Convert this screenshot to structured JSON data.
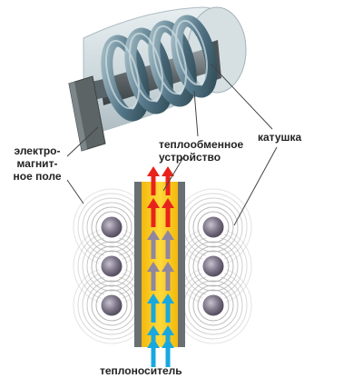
{
  "labels": {
    "field": "электро-\nмагнит-\nное поле",
    "exchanger": "теплообменное\nустройство",
    "coil": "катушка",
    "coolant": "теплоноситель"
  },
  "colors": {
    "casing": "#b5c6cc",
    "coil": "#4d6e7a",
    "exchanger_fill": "#f5c518",
    "exchanger_edge": "#6a6f72",
    "field_ring": "#b0b0b0",
    "conductor": "#7b7386",
    "arrow_hot": "#e8231c",
    "arrow_mid": "#8f86a0",
    "arrow_cold": "#18a8e0"
  },
  "arrow_rows": [
    {
      "level": "hot"
    },
    {
      "level": "hot"
    },
    {
      "level": "mid"
    },
    {
      "level": "mid"
    },
    {
      "level": "cold"
    },
    {
      "level": "cold"
    }
  ]
}
